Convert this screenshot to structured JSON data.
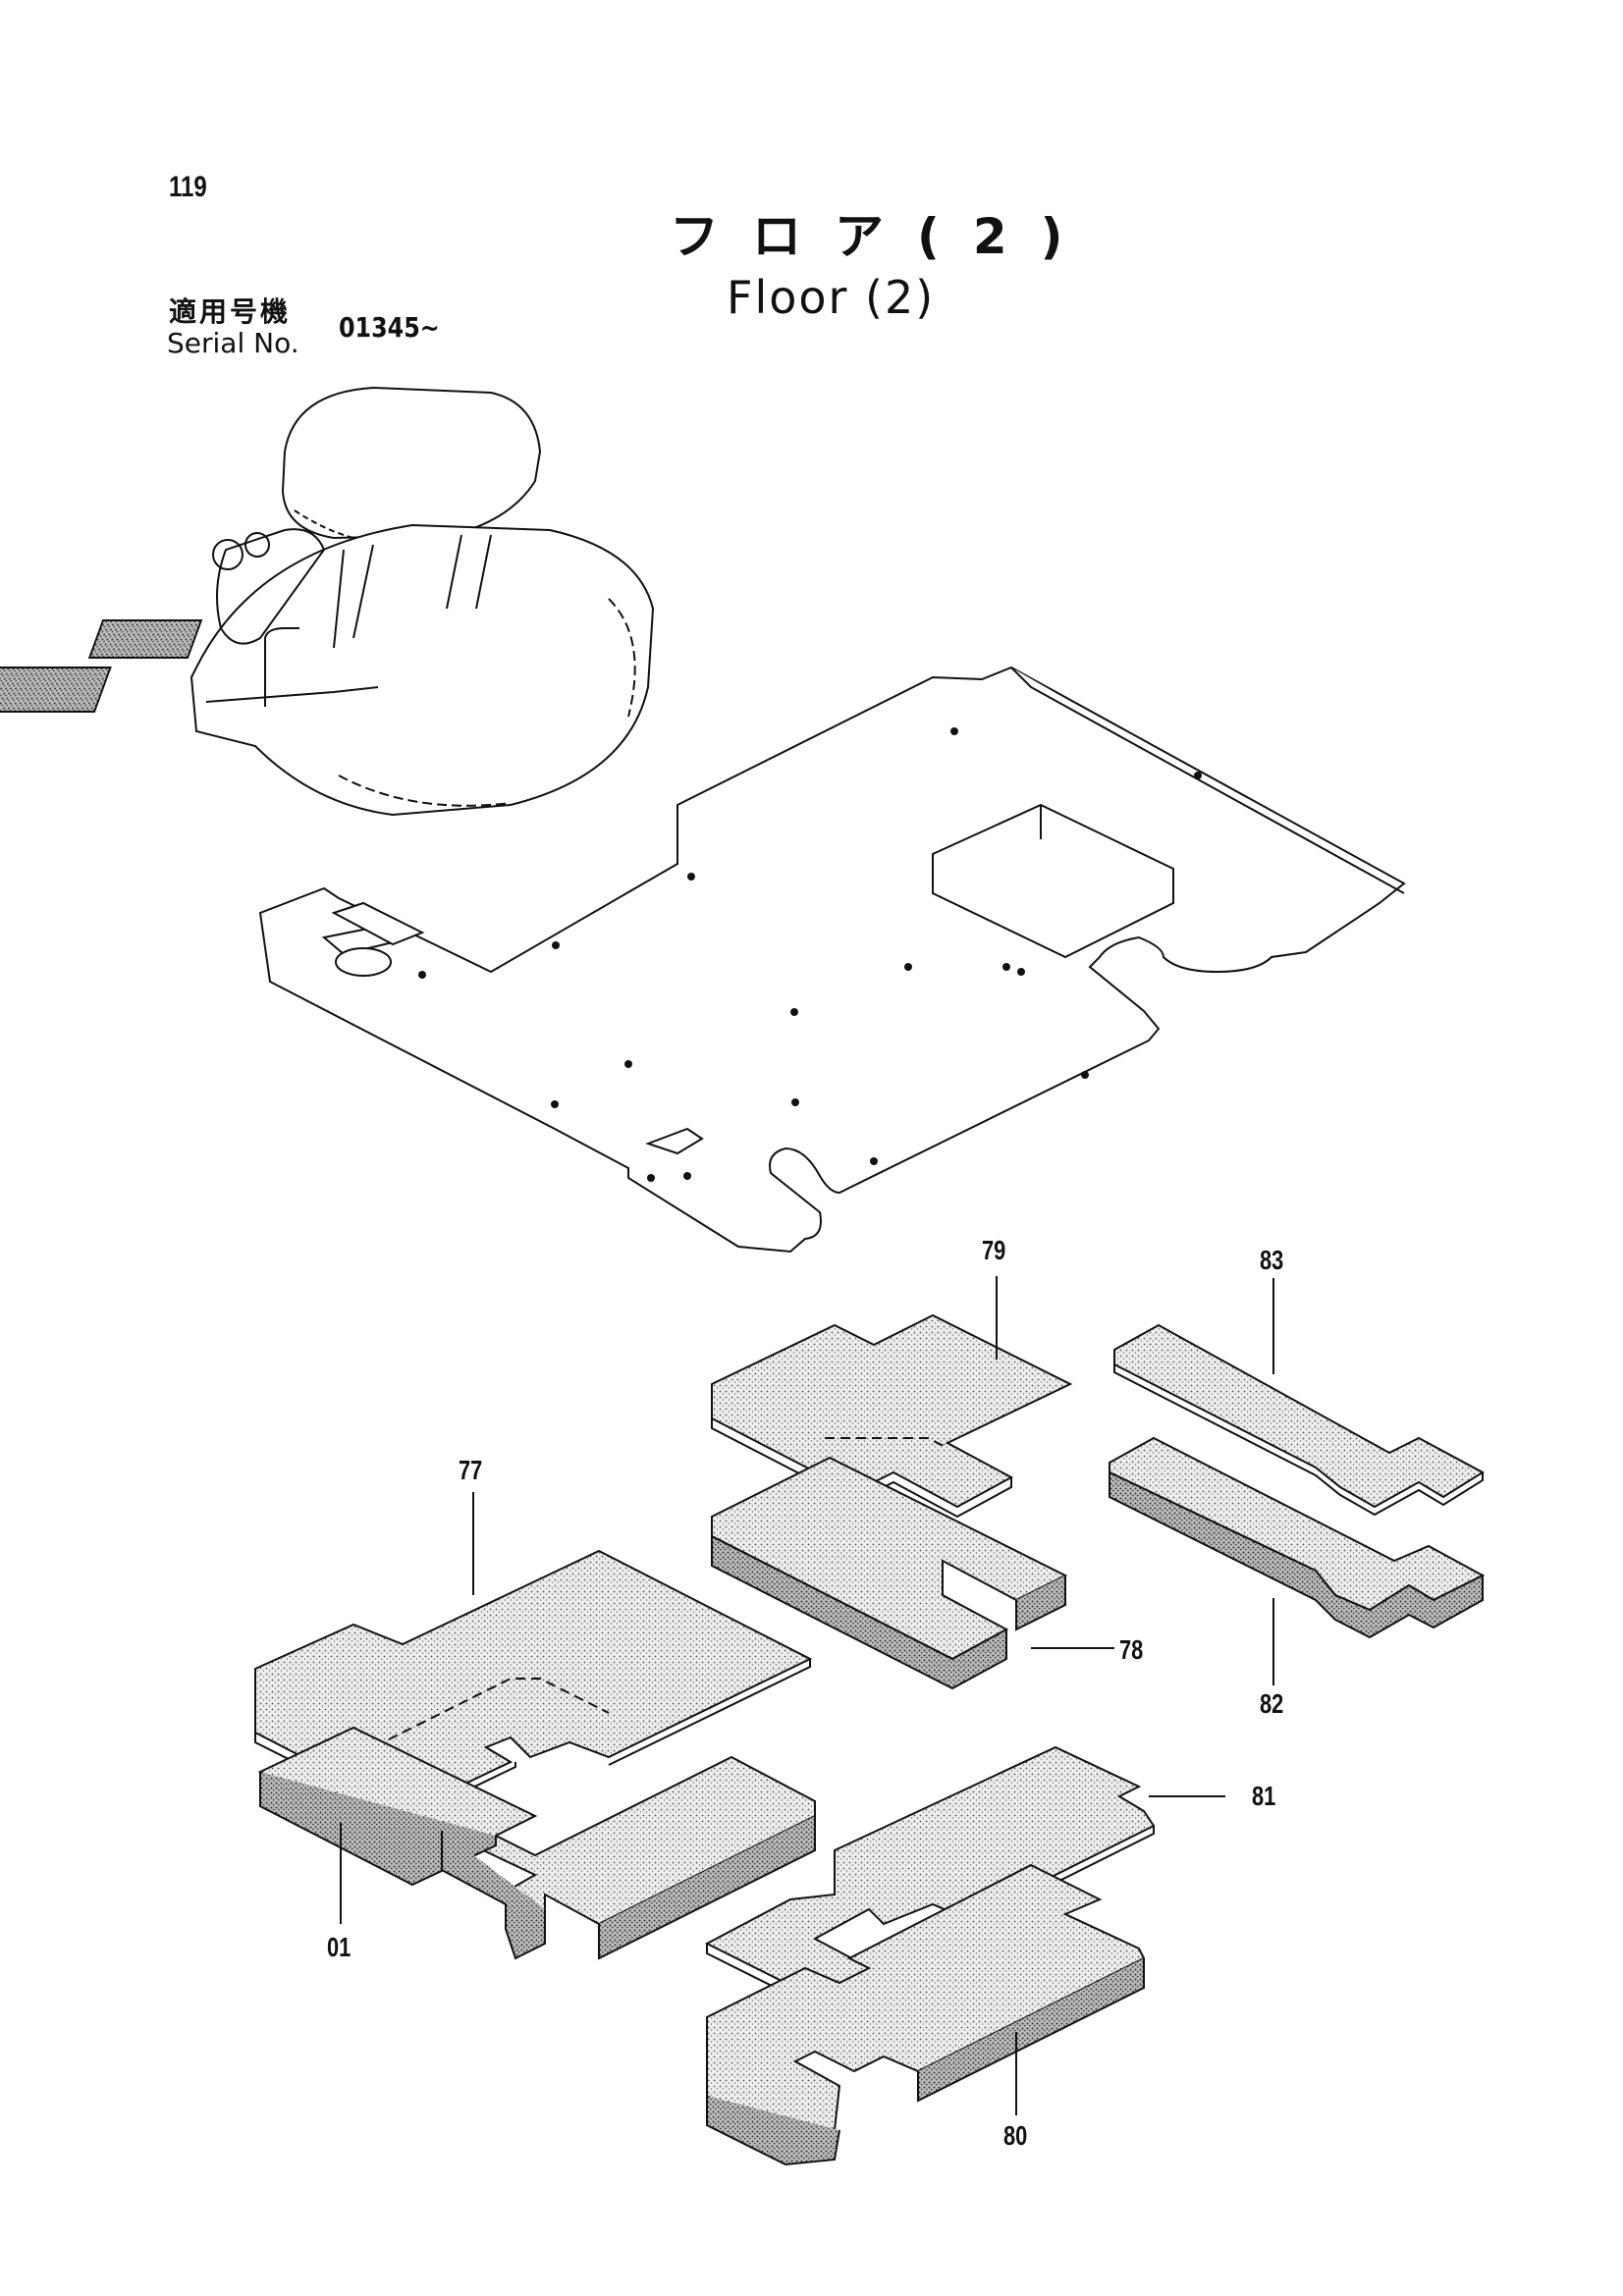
{
  "page_number": "119",
  "title": {
    "japanese": "フロア(2)",
    "english": "Floor (2)"
  },
  "serial": {
    "label_jp": "適用号機",
    "label_en": "Serial No.",
    "value": "01345~"
  },
  "callouts": [
    {
      "id": "c79",
      "label": "79"
    },
    {
      "id": "c83",
      "label": "83"
    },
    {
      "id": "c77",
      "label": "77"
    },
    {
      "id": "c78",
      "label": "78"
    },
    {
      "id": "c82",
      "label": "82"
    },
    {
      "id": "c81",
      "label": "81"
    },
    {
      "id": "c01",
      "label": "01"
    },
    {
      "id": "c80",
      "label": "80"
    }
  ],
  "colors": {
    "line": "#111111",
    "foam_fill": "#d9d9d9",
    "foam_side": "#9a9a9a"
  }
}
